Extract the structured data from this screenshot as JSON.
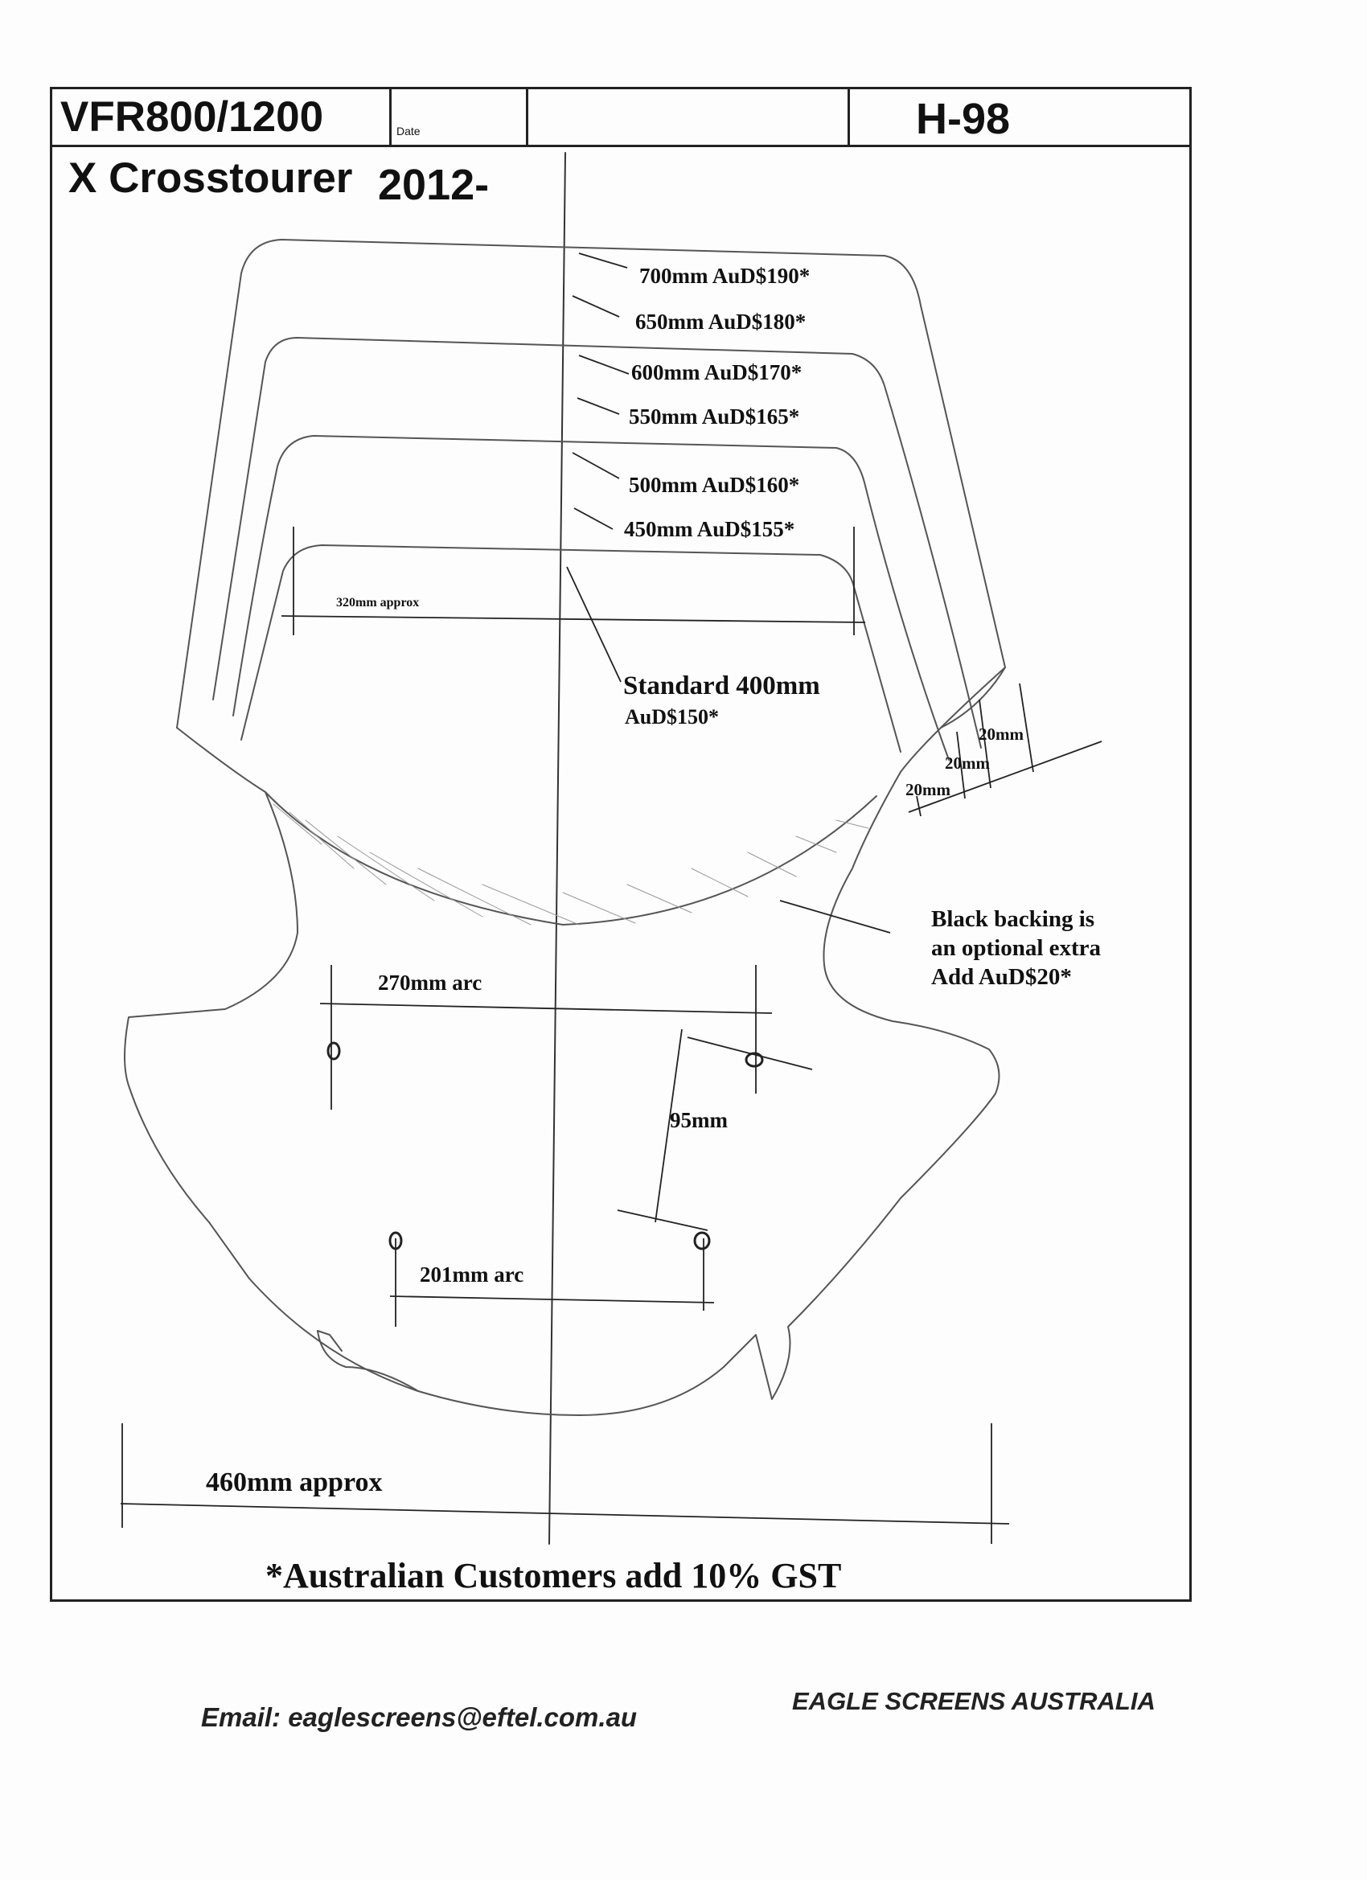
{
  "header": {
    "model_line1": "VFR800/1200",
    "date_label": "Date",
    "code": "H-98",
    "model_line2": "X Crosstourer",
    "year": "2012-"
  },
  "heights": [
    {
      "label": "700mm AuD$190*"
    },
    {
      "label": "650mm AuD$180*"
    },
    {
      "label": "600mm AuD$170*"
    },
    {
      "label": "550mm AuD$165*"
    },
    {
      "label": "500mm AuD$160*"
    },
    {
      "label": "450mm AuD$155*"
    }
  ],
  "standard": {
    "line1": "Standard 400mm",
    "line2": "AuD$150*"
  },
  "dimensions": {
    "width_top": "320mm approx",
    "step1": "20mm",
    "step2": "20mm",
    "step3": "20mm",
    "arc_upper": "270mm arc",
    "hole_spacing": "95mm",
    "arc_lower": "201mm arc",
    "width_bottom": "460mm approx"
  },
  "backing_note": {
    "line1": "Black backing is",
    "line2": "an optional extra",
    "line3": "Add AuD$20*"
  },
  "gst_note": "*Australian Customers add 10% GST",
  "footer": {
    "email": "Email: eaglescreens@eftel.com.au",
    "company": "EAGLE SCREENS AUSTRALIA"
  }
}
